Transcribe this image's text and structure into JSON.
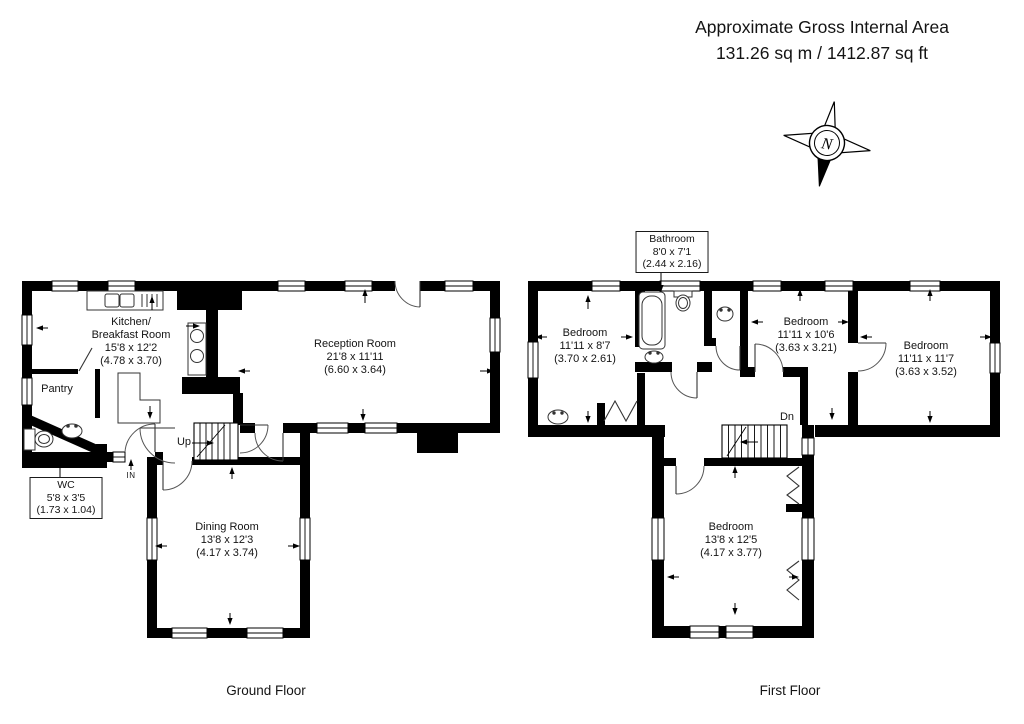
{
  "header": {
    "line1": "Approximate Gross Internal Area",
    "line2": "131.26 sq m / 1412.87 sq ft"
  },
  "compass": {
    "letter": "N"
  },
  "ground": {
    "label": "Ground Floor",
    "kitchen": {
      "l1": "Kitchen/",
      "l2": "Breakfast Room",
      "l3": "15'8 x 12'2",
      "l4": "(4.78 x 3.70)"
    },
    "pantry": {
      "l1": "Pantry"
    },
    "wc": {
      "l1": "WC",
      "l2": "5'8 x 3'5",
      "l3": "(1.73 x 1.04)"
    },
    "reception": {
      "l1": "Reception Room",
      "l2": "21'8 x 11'11",
      "l3": "(6.60 x 3.64)"
    },
    "dining": {
      "l1": "Dining Room",
      "l2": "13'8 x 12'3",
      "l3": "(4.17 x 3.74)"
    },
    "stairs_label": "Up",
    "entrance_label": "IN"
  },
  "first": {
    "label": "First Floor",
    "bathroom": {
      "l1": "Bathroom",
      "l2": "8'0 x 7'1",
      "l3": "(2.44 x 2.16)"
    },
    "bedroom_left": {
      "l1": "Bedroom",
      "l2": "11'11 x 8'7",
      "l3": "(3.70 x 2.61)"
    },
    "bedroom_middle": {
      "l1": "Bedroom",
      "l2": "11'11 x 10'6",
      "l3": "(3.63 x 3.21)"
    },
    "bedroom_right": {
      "l1": "Bedroom",
      "l2": "11'11 x 11'7",
      "l3": "(3.63 x 3.52)"
    },
    "bedroom_bottom": {
      "l1": "Bedroom",
      "l2": "13'8 x 12'5",
      "l3": "(4.17 x 3.77)"
    },
    "stairs_label": "Dn"
  },
  "colors": {
    "wall": "#000000",
    "fixture_line": "#333333",
    "background": "#ffffff"
  }
}
